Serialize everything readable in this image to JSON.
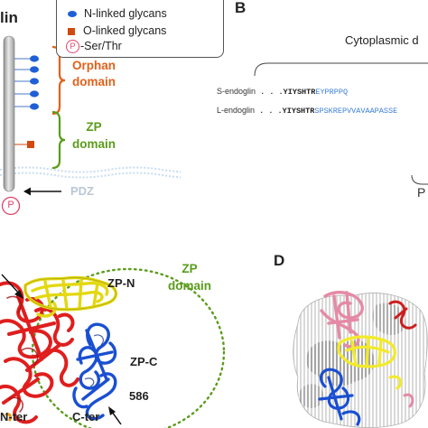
{
  "panel_a": {
    "partial_title": "lin",
    "legend": {
      "n_linked": "N-linked glycans",
      "o_linked": "O-linked glycans",
      "phospho_symbol": "P",
      "ser_thr": "-Ser/Thr"
    },
    "orphan_domain": [
      "Orphan",
      "domain"
    ],
    "zp_domain": [
      "ZP",
      "domain"
    ],
    "pdz": "PDZ",
    "phospho_marker": "P",
    "colors": {
      "glycan": "#1f5fd6",
      "orphan": "#e2601a",
      "zp": "#5a9c1a",
      "pdz": "#b9c6d6",
      "phospho": "#e0446a"
    }
  },
  "panel_b": {
    "letter": "B",
    "title": "Cytoplasmic d",
    "s_endoglin": {
      "label": "S-endoglin",
      "dots": " . . .",
      "black": "YIYSHTR",
      "blue": "EYPRPPQ"
    },
    "l_endoglin": {
      "label": "L-endoglin",
      "dots": " . . .",
      "black": "YIYSHTR",
      "blue": "SPSKREPVVAVAAPASSE"
    },
    "partial_letter": "P"
  },
  "panel_c": {
    "zp_domain": [
      "ZP",
      "domain"
    ],
    "zp_n": "ZP-N",
    "zp_c": "ZP-C",
    "residue": "586",
    "c_ter": "C-ter",
    "n_ter": "N-ter",
    "colors": {
      "n_region": "#e01e1e",
      "zp_n": "#f2ea2a",
      "zp_c": "#1a4fd1",
      "zp_outline": "#5a9c1a"
    }
  },
  "panel_d": {
    "letter": "D",
    "colors": {
      "pink": "#e58aa6",
      "yellow": "#f2ea2a",
      "blue": "#1a4fd1",
      "red": "#cc1e1e"
    }
  }
}
